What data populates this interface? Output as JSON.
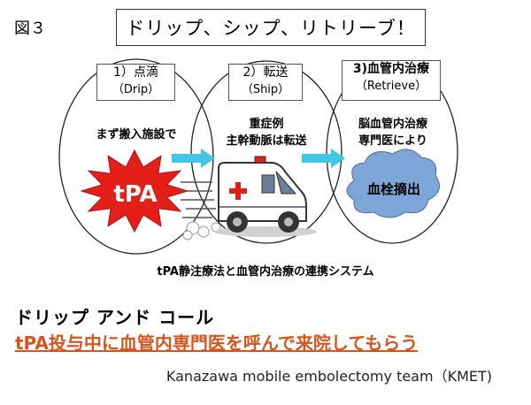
{
  "figure_label": "図３",
  "title": "ドリップ、シップ、リトリーブ！",
  "stages": [
    {
      "label": "1）点滴",
      "sub": "（Drip）",
      "desc_lines": [
        "まず搬入施設で"
      ],
      "badge": "tPA"
    },
    {
      "label": "2）転送",
      "sub": "（Ship）",
      "desc_lines": [
        "重症例",
        "主幹動脈は転送"
      ]
    },
    {
      "label": "3)血管内治療",
      "sub": "（Retrieve）",
      "desc_lines": [
        "脳血管内治療",
        "専門医により"
      ],
      "badge": "血栓摘出"
    }
  ],
  "system_caption": "tPA静注療法と血管内治療の連携システム",
  "slogan_main": "ドリップ アンド コール",
  "slogan_sub": "tPA投与中に血管内専門医を呼んで来院してもらう",
  "team": "Kanazawa mobile embolectomy team（KMET)",
  "colors": {
    "burst_fill": "#e41f1a",
    "burst_text": "#ffffff",
    "arrow": "#41c6e6",
    "cloud": "#7fa6d8",
    "slogan_accent": "#d9541c",
    "ambulance_cross": "#e41f1a"
  },
  "icons": [
    "starburst-shape",
    "arrow-right-icon",
    "ambulance-icon",
    "cloud-shape"
  ]
}
